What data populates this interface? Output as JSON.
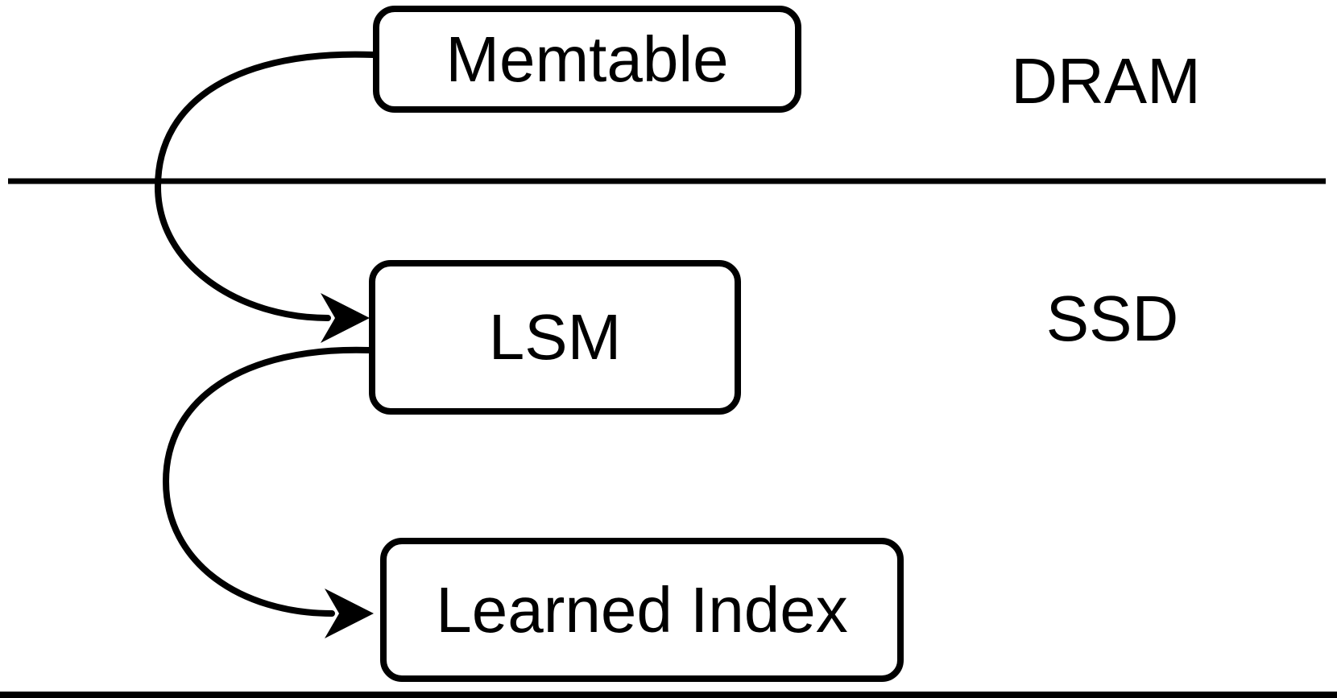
{
  "diagram": {
    "background_color": "#ffffff",
    "stroke_color": "#000000",
    "nodes": [
      {
        "id": "memtable",
        "label": "Memtable"
      },
      {
        "id": "lsm",
        "label": "LSM"
      },
      {
        "id": "learned_index",
        "label": "Learned Index"
      }
    ],
    "regions": [
      {
        "id": "dram",
        "label": "DRAM"
      },
      {
        "id": "ssd",
        "label": "SSD"
      }
    ],
    "edges": [
      {
        "from": "Memtable",
        "to": "LSM"
      },
      {
        "from": "LSM",
        "to": "Learned Index"
      }
    ]
  }
}
